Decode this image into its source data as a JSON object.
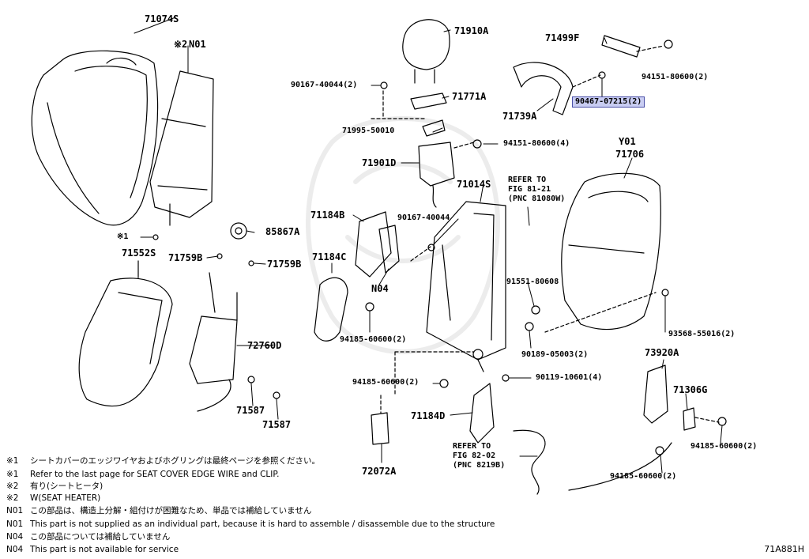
{
  "parts": {
    "p71074S": "71074S",
    "n01_mark": "※2",
    "n01": "N01",
    "p71910A": "71910A",
    "p71499F": "71499F",
    "p94151_80600_2": "94151-80600(2)",
    "p90167_40044_2": "90167-40044(2)",
    "p71771A": "71771A",
    "p90467_07215_2": "90467-07215(2)",
    "p71739A": "71739A",
    "p71995_50010": "71995-50010",
    "p94151_80600_4": "94151-80600(4)",
    "pY01": "Y01",
    "p71706": "71706",
    "p71901D": "71901D",
    "p71014S": "71014S",
    "ref1_l1": "REFER TO",
    "ref1_l2": "FIG 81-21",
    "ref1_l3": "(PNC 81080W)",
    "p71184B": "71184B",
    "p90167_40044": "90167-40044",
    "p85867A": "85867A",
    "star1_mark": "※1",
    "p71552S": "71552S",
    "p71759B_a": "71759B",
    "p71759B_b": "71759B",
    "p71184C": "71184C",
    "n04": "N04",
    "p91551_80608": "91551-80608",
    "p93568_55016_2": "93568-55016(2)",
    "p72760D": "72760D",
    "p94185_60600_2_a": "94185-60600(2)",
    "p90189_05003_2": "90189-05003(2)",
    "p73920A": "73920A",
    "p94185_60600_2_b": "94185-60600(2)",
    "p90119_10601_4": "90119-10601(4)",
    "p71306G": "71306G",
    "p71587_a": "71587",
    "p71587_b": "71587",
    "p71184D": "71184D",
    "ref2_l1": "REFER TO",
    "ref2_l2": "FIG 82-02",
    "ref2_l3": "(PNC 8219B)",
    "p94185_60600_2_c": "94185-60600(2)",
    "p94185_60600_2_d": "94185-60600(2)",
    "p72072A": "72072A"
  },
  "notes": [
    {
      "key": "※1",
      "text": "シートカバーのエッジワイヤおよびホグリングは最終ページを参照ください。"
    },
    {
      "key": "※1",
      "text": "Refer to the last page for SEAT COVER EDGE WIRE and CLIP."
    },
    {
      "key": "※2",
      "text": "有り(シートヒータ)"
    },
    {
      "key": "※2",
      "text": "W(SEAT HEATER)"
    },
    {
      "key": "N01",
      "text": "この部品は、構造上分解・組付けが困難なため、単品では補給していません"
    },
    {
      "key": "N01",
      "text": "This part is not supplied as an individual part, because it is hard to assemble / disassemble due to the structure"
    },
    {
      "key": "N04",
      "text": "この部品については補給していません"
    },
    {
      "key": "N04",
      "text": "This part is not available for service"
    }
  ],
  "diagram_code": "71A881H",
  "highlight_color": "#c9cdf2"
}
